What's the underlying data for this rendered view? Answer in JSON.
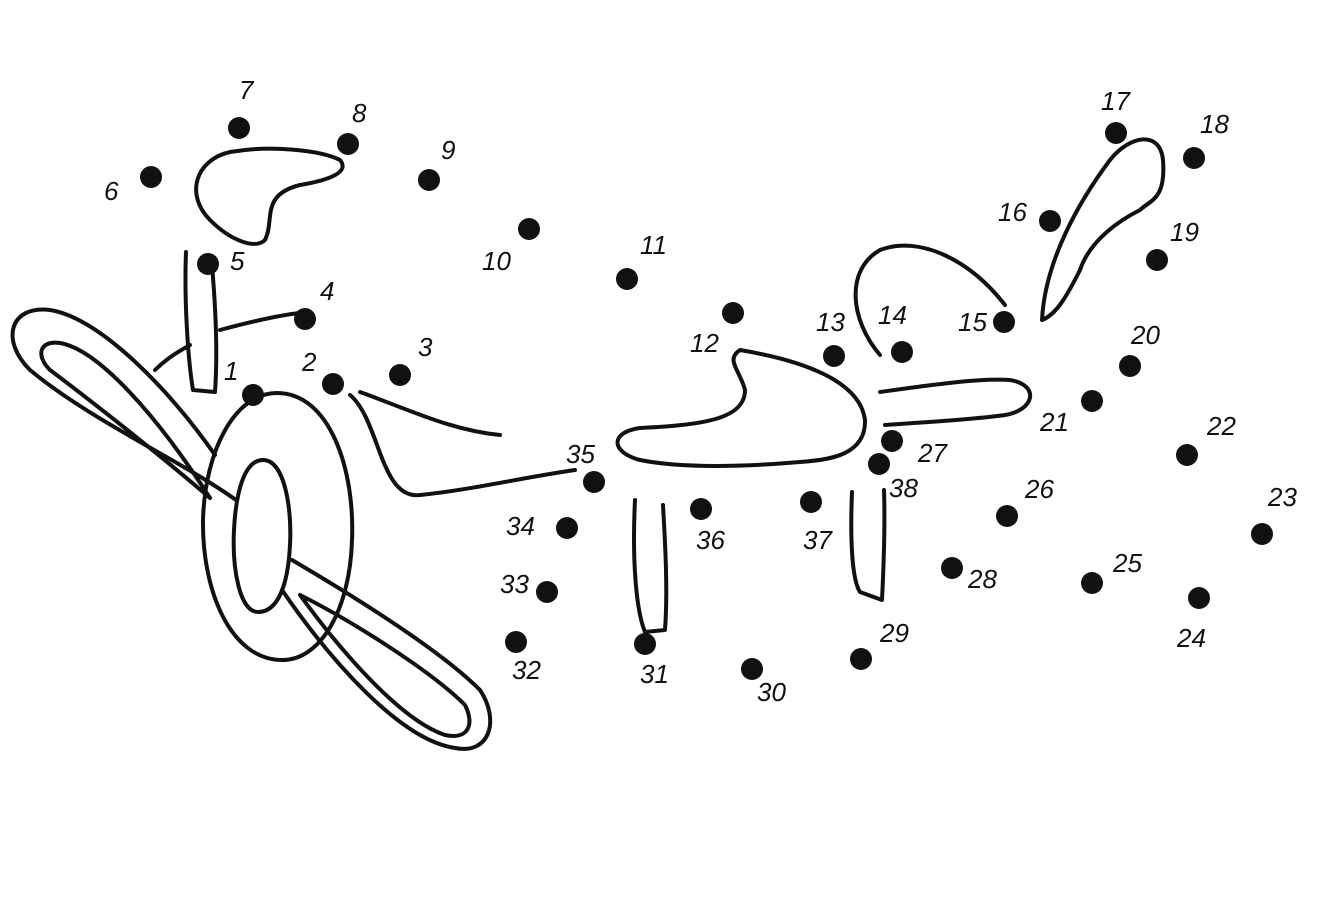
{
  "worksheet": {
    "subject": "airplane",
    "dot_color": "#111111",
    "line_color": "#111111",
    "background": "#ffffff",
    "dots": [
      "1",
      "2",
      "3",
      "4",
      "5",
      "6",
      "7",
      "8",
      "9",
      "10",
      "11",
      "12",
      "13",
      "14",
      "15",
      "16",
      "17",
      "18",
      "19",
      "20",
      "21",
      "22",
      "23",
      "24",
      "25",
      "26",
      "27",
      "28",
      "29",
      "30",
      "31",
      "32",
      "33",
      "34",
      "35",
      "36",
      "37",
      "38"
    ]
  }
}
